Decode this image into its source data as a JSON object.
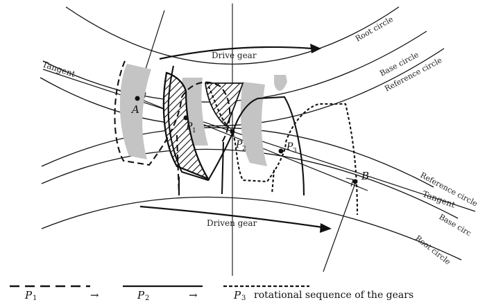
{
  "labels": {
    "drive_gear": "Drive gear",
    "driven_gear": "Driven gear",
    "tangent_top": "Tangent",
    "tangent_bottom": "Tangent",
    "root_circle_top": "Root circle",
    "base_circle_top": "Base circle",
    "reference_circle_top": "Reference circle",
    "reference_circle_bottom": "Reference circle",
    "base_circle_bottom": "Base circ",
    "root_circle_bottom": "Root circle"
  },
  "points": {
    "A": "A",
    "B": "B",
    "P1": "P",
    "P1_sub": "1",
    "P2": "P",
    "P2_sub": "2",
    "P3": "P",
    "P3_sub": "3"
  },
  "legend": {
    "p1": "P",
    "p1_sub": "1",
    "arrow1": "→",
    "p2": "P",
    "p2_sub": "2",
    "arrow2": "→",
    "p3": "P",
    "p3_sub": "3",
    "caption": "rotational sequence of the gears"
  },
  "colors": {
    "ink": "#111111",
    "tooth_fill": "#bdbdbd"
  }
}
